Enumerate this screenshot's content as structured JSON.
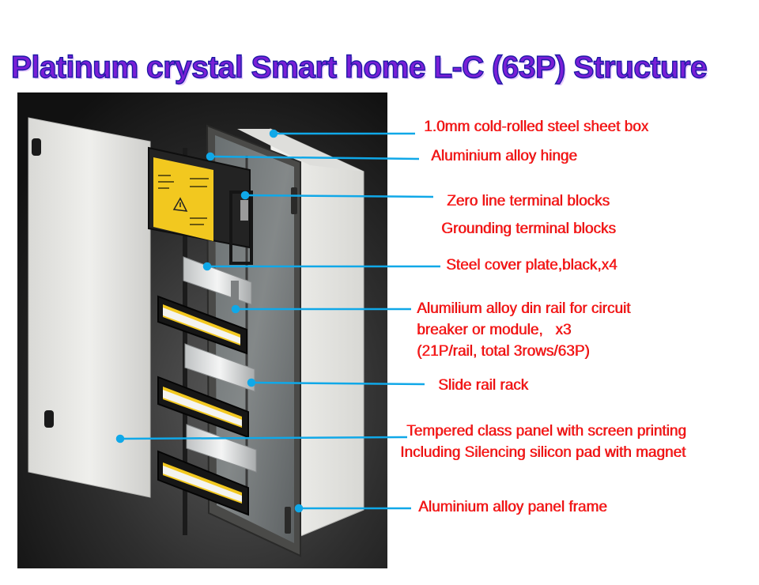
{
  "title": "Platinum crystal Smart home L-C (63P)  Structure",
  "colors": {
    "title_fill": "#7a1fd6",
    "title_outline": "#1d1aa6",
    "label_text": "#ff1a1a",
    "leader_line": "#10a8e8",
    "warning_label": "#f2c81f",
    "box_body": "#e9e9e6",
    "panel_frame": "#4a4a48"
  },
  "callouts": [
    {
      "id": "steel-box",
      "text": "1.0mm cold-rolled steel sheet  box"
    },
    {
      "id": "hinge",
      "text": "Aluminium alloy hinge"
    },
    {
      "id": "zero-line",
      "text": "Zero line terminal blocks"
    },
    {
      "id": "grounding",
      "text": "Grounding terminal blocks"
    },
    {
      "id": "cover-plate",
      "text": "Steel cover plate,black,x4"
    },
    {
      "id": "din-rail",
      "lines": [
        "Alumilium alloy din rail for circuit",
        "breaker or module,   x3",
        "(21P/rail, total 3rows/63P)"
      ]
    },
    {
      "id": "slide-rail",
      "text": "Slide rail rack"
    },
    {
      "id": "glass-panel",
      "lines": [
        "Tempered class panel with screen printing",
        "Including Silencing silicon pad with magnet"
      ]
    },
    {
      "id": "panel-frame",
      "text": "Aluminium alloy panel frame"
    }
  ],
  "product_photo": {
    "subject": "distribution-box-open-door",
    "warning_label_icon": "warning-triangle-icon"
  }
}
